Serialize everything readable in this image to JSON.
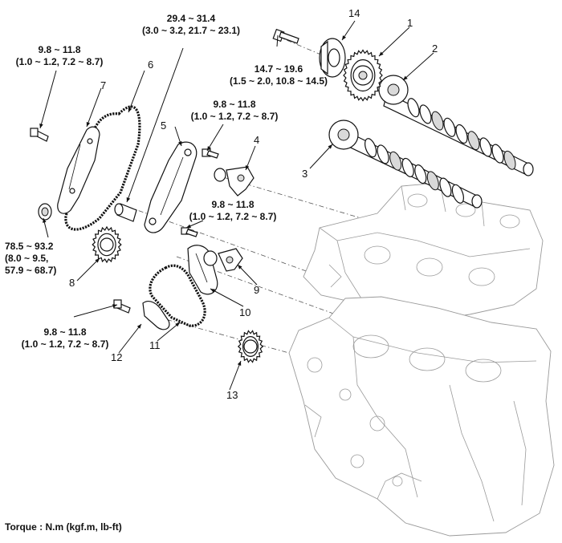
{
  "torques": {
    "t_top": {
      "line1": "29.4 ~ 31.4",
      "line2": "(3.0 ~ 3.2, 21.7 ~ 23.1)"
    },
    "t_left": {
      "line1": "9.8 ~ 11.8",
      "line2": "(1.0 ~ 1.2, 7.2 ~ 8.7)"
    },
    "t_mid": {
      "line1": "14.7 ~ 19.6",
      "line2": "(1.5 ~ 2.0, 10.8 ~ 14.5)"
    },
    "t_guide": {
      "line1": "9.8 ~ 11.8",
      "line2": "(1.0 ~ 1.2, 7.2 ~ 8.7)"
    },
    "t_tens": {
      "line1": "9.8 ~ 11.8",
      "line2": "(1.0 ~ 1.2, 7.2 ~ 8.7)"
    },
    "t_sprocket": {
      "line1": "78.5 ~ 93.2",
      "line2": "(8.0 ~ 9.5,",
      "line3": "57.9 ~ 68.7)"
    },
    "t_bottom": {
      "line1": "9.8 ~ 11.8",
      "line2": "(1.0 ~ 1.2, 7.2 ~ 8.7)"
    }
  },
  "callouts": [
    "1",
    "2",
    "3",
    "4",
    "5",
    "6",
    "7",
    "8",
    "9",
    "10",
    "11",
    "12",
    "13",
    "14"
  ],
  "footer": "Torque : N.m (kgf.m, lb-ft)",
  "colors": {
    "ink": "#111111",
    "engine_outline": "#9a9a9a",
    "shading": "#d9d9d9"
  }
}
